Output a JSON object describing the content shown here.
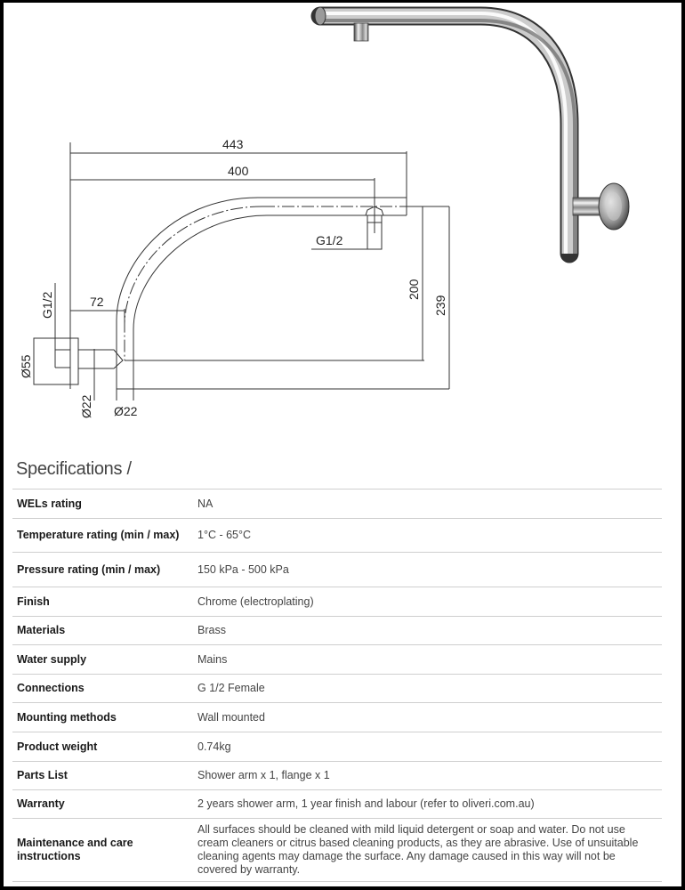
{
  "drawing": {
    "dimensions": {
      "overall_length": "443",
      "outlet_length": "400",
      "outlet_thread": "G1/2",
      "wall_thread": "G1/2",
      "wall_offset": "72",
      "flange_diameter": "Ø55",
      "pipe_diameter_side": "Ø22",
      "pipe_diameter_bottom": "Ø22",
      "outlet_drop": "200",
      "overall_height": "239"
    }
  },
  "specifications": {
    "title": "Specifications /",
    "rows": [
      {
        "label": "WELs rating",
        "value": "NA"
      },
      {
        "label": "Temperature rating (min / max)",
        "value": "1°C - 65°C"
      },
      {
        "label": "Pressure rating (min / max)",
        "value": "150 kPa - 500 kPa"
      },
      {
        "label": "Finish",
        "value": "Chrome (electroplating)"
      },
      {
        "label": "Materials",
        "value": "Brass"
      },
      {
        "label": "Water supply",
        "value": "Mains"
      },
      {
        "label": "Connections",
        "value": "G 1/2 Female"
      },
      {
        "label": "Mounting methods",
        "value": "Wall mounted"
      },
      {
        "label": "Product weight",
        "value": "0.74kg"
      },
      {
        "label": "Parts List",
        "value": "Shower arm x 1, flange x 1"
      },
      {
        "label": "Warranty",
        "value": "2 years shower arm, 1 year finish and labour (refer to oliveri.com.au)"
      },
      {
        "label": "Maintenance and care instructions",
        "value": "All surfaces should be cleaned with mild liquid detergent or soap and water. Do not use cream cleaners or citrus based cleaning products, as they are abrasive. Use of unsuitable cleaning agents may damage the surface. Any damage caused in this way will not be covered by warranty."
      }
    ]
  }
}
